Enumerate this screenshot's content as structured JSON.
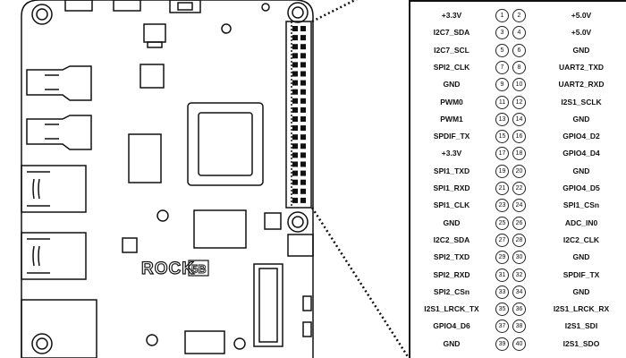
{
  "board": {
    "logo_text": "ROCK",
    "model_text": "5B"
  },
  "pins": [
    {
      "left": "+3.3V",
      "odd": "1",
      "even": "2",
      "right": "+5.0V"
    },
    {
      "left": "I2C7_SDA",
      "odd": "3",
      "even": "4",
      "right": "+5.0V"
    },
    {
      "left": "I2C7_SCL",
      "odd": "5",
      "even": "6",
      "right": "GND"
    },
    {
      "left": "SPI2_CLK",
      "odd": "7",
      "even": "8",
      "right": "UART2_TXD"
    },
    {
      "left": "GND",
      "odd": "9",
      "even": "10",
      "right": "UART2_RXD"
    },
    {
      "left": "PWM0",
      "odd": "11",
      "even": "12",
      "right": "I2S1_SCLK"
    },
    {
      "left": "PWM1",
      "odd": "13",
      "even": "14",
      "right": "GND"
    },
    {
      "left": "SPDIF_TX",
      "odd": "15",
      "even": "16",
      "right": "GPIO4_D2"
    },
    {
      "left": "+3.3V",
      "odd": "17",
      "even": "18",
      "right": "GPIO4_D4"
    },
    {
      "left": "SPI1_TXD",
      "odd": "19",
      "even": "20",
      "right": "GND"
    },
    {
      "left": "SPI1_RXD",
      "odd": "21",
      "even": "22",
      "right": "GPIO4_D5"
    },
    {
      "left": "SPI1_CLK",
      "odd": "23",
      "even": "24",
      "right": "SPI1_CSn"
    },
    {
      "left": "GND",
      "odd": "25",
      "even": "26",
      "right": "ADC_IN0"
    },
    {
      "left": "I2C2_SDA",
      "odd": "27",
      "even": "28",
      "right": "I2C2_CLK"
    },
    {
      "left": "SPI2_TXD",
      "odd": "29",
      "even": "30",
      "right": "GND"
    },
    {
      "left": "SPI2_RXD",
      "odd": "31",
      "even": "32",
      "right": "SPDIF_TX"
    },
    {
      "left": "SPI2_CSn",
      "odd": "33",
      "even": "34",
      "right": "GND"
    },
    {
      "left": "I2S1_LRCK_TX",
      "odd": "35",
      "even": "36",
      "right": "I2S1_LRCK_RX"
    },
    {
      "left": "GPIO4_D6",
      "odd": "37",
      "even": "38",
      "right": "I2S1_SDI"
    },
    {
      "left": "GND",
      "odd": "39",
      "even": "40",
      "right": "I2S1_SDO"
    }
  ]
}
